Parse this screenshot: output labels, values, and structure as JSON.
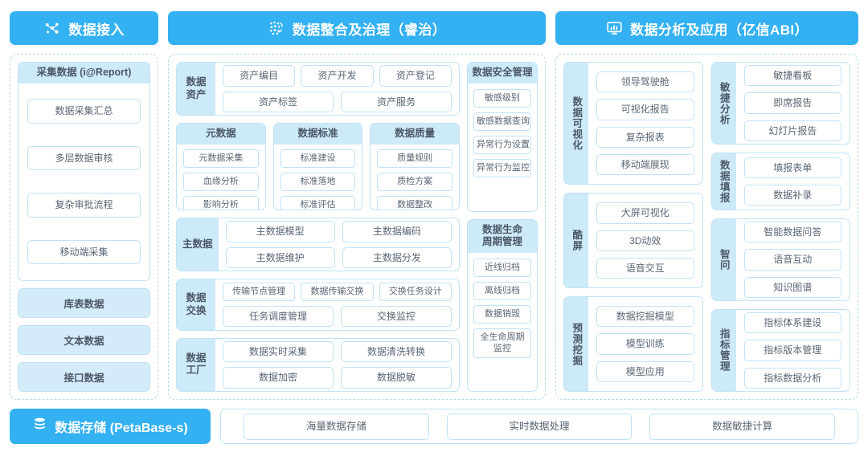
{
  "columns": {
    "ingest": {
      "header": {
        "title": "数据接入",
        "icon": "network-nodes-icon",
        "color": "#33b1f2"
      },
      "card": {
        "title": "采集数据 (i@Report)",
        "items": [
          "数据采集汇总",
          "多层数据审核",
          "复杂审批流程",
          "移动端采集"
        ]
      },
      "sources": [
        "库表数据",
        "文本数据",
        "接口数据"
      ]
    },
    "governance": {
      "header": {
        "title": "数据整合及治理（睿治）",
        "icon": "data-dots-icon",
        "color": "#33b1f2"
      },
      "asset_row": {
        "label": "数据\n资产",
        "row1": [
          "资产编目",
          "资产开发",
          "资产登记"
        ],
        "row2": [
          "资产标签",
          "资产服务"
        ]
      },
      "triple": [
        {
          "title": "元数据",
          "items": [
            "元数据采集",
            "血缘分析",
            "影响分析"
          ]
        },
        {
          "title": "数据标准",
          "items": [
            "标准建设",
            "标准落地",
            "标准评估"
          ]
        },
        {
          "title": "数据质量",
          "items": [
            "质量规则",
            "质检方案",
            "数据整改"
          ]
        }
      ],
      "master_row": {
        "label": "主数据",
        "row1": [
          "主数据模型",
          "主数据编码"
        ],
        "row2": [
          "主数据维护",
          "主数据分发"
        ]
      },
      "exchange_row": {
        "label": "数据\n交换",
        "row1": [
          "传输节点管理",
          "数据传输交换",
          "交换任务设计"
        ],
        "row2": [
          "任务调度管理",
          "交换监控"
        ]
      },
      "factory_row": {
        "label": "数据\n工厂",
        "row1": [
          "数据实时采集",
          "数据清洗转换"
        ],
        "row2": [
          "数据加密",
          "数据脱敏"
        ]
      },
      "security": {
        "title": "数据安全管理",
        "items": [
          "敏感级别",
          "敏感数据查询",
          "异常行为设置",
          "异常行为监控"
        ]
      },
      "lifecycle": {
        "title": "数据生命\n周期管理",
        "items": [
          "近线归档",
          "离线归档",
          "数据销毁",
          "全生命周期\n监控"
        ]
      }
    },
    "analytics": {
      "header": {
        "title": "数据分析及应用（亿信ABI）",
        "icon": "monitor-chart-icon",
        "color": "#33b1f2"
      },
      "left_groups": [
        {
          "label": "数据可视化",
          "items": [
            "领导驾驶舱",
            "可视化报告",
            "复杂报表",
            "移动端展现"
          ]
        },
        {
          "label": "酷屏",
          "items": [
            "大屏可视化",
            "3D动效",
            "语音交互"
          ]
        },
        {
          "label": "预测挖掘",
          "items": [
            "数据挖掘模型",
            "模型训练",
            "模型应用"
          ]
        }
      ],
      "right_groups": [
        {
          "label": "敏捷分析",
          "items": [
            "敏捷看板",
            "即席报告",
            "幻灯片报告"
          ]
        },
        {
          "label": "数据填报",
          "items": [
            "填报表单",
            "数据补录"
          ]
        },
        {
          "label": "智问",
          "items": [
            "智能数据问答",
            "语音互动",
            "知识图谱"
          ]
        },
        {
          "label": "指标管理",
          "items": [
            "指标体系建设",
            "指标版本管理",
            "指标数据分析"
          ]
        }
      ]
    }
  },
  "storage": {
    "header": {
      "title": "数据存储 (PetaBase-s)",
      "icon": "database-icon",
      "color": "#33b1f2"
    },
    "items": [
      "海量数据存储",
      "实时数据处理",
      "数据敏捷计算"
    ]
  }
}
